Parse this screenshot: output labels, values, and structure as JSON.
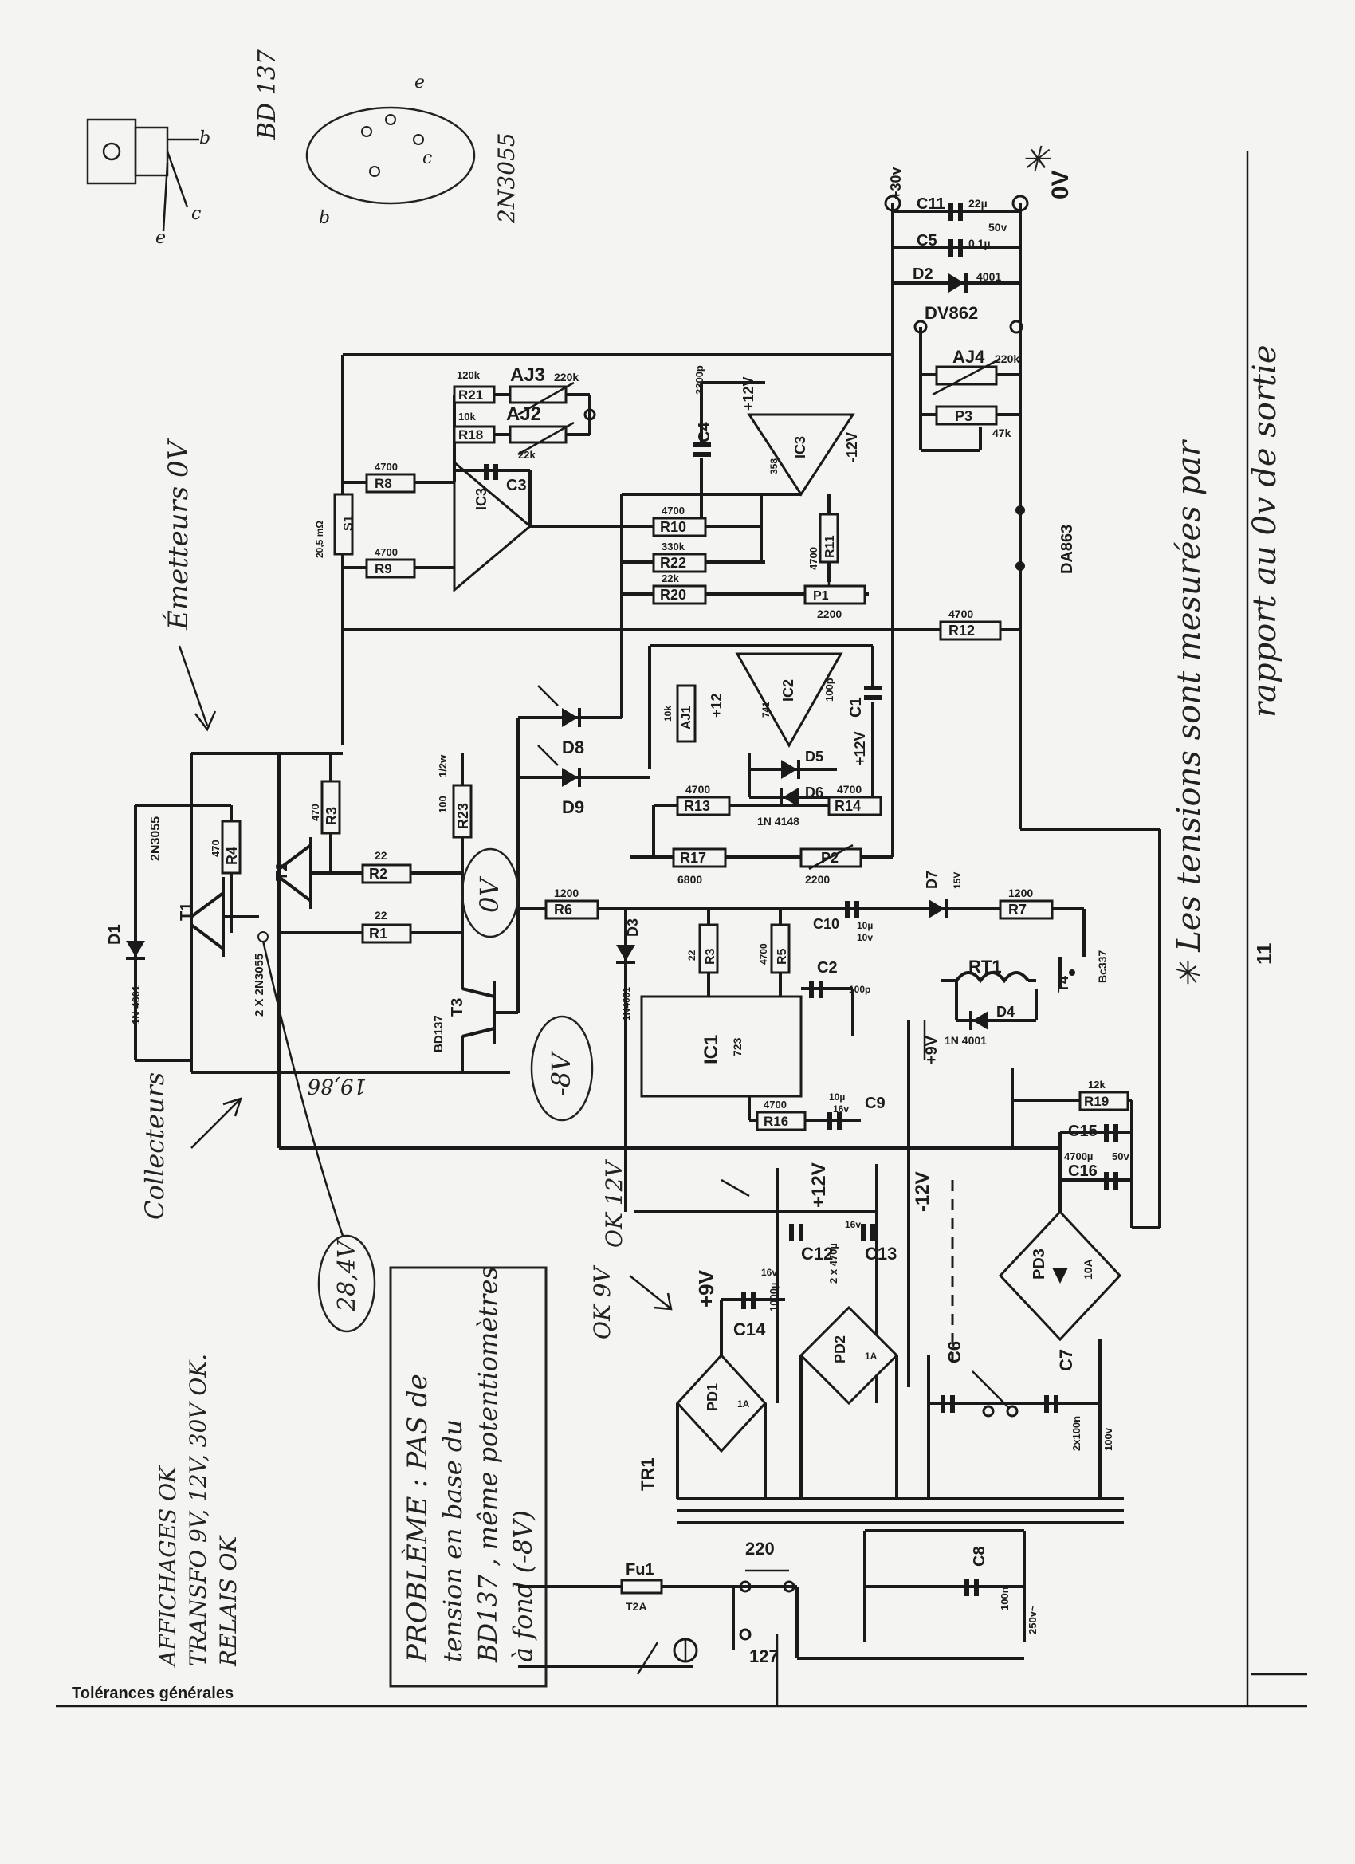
{
  "notes": {
    "top_left": [
      "AFFICHAGES OK",
      "TRANSFO 9V, 12V, 30V OK.",
      "RELAIS OK"
    ],
    "probleme": [
      "PROBLÈME : PAS de",
      "tension en base du",
      "BD137 , même potentiomètres",
      "à fond (-8V)"
    ],
    "right_note": [
      "✳ Les tensions sont mesurées par",
      "rapport au 0v de sortie"
    ],
    "tolerances": "Tolérances générales",
    "emetteurs": "Émetteurs 0V",
    "collecteurs": "Collecteurs",
    "ok9v": "OK 9V",
    "ok12v": "OK 12V",
    "meas_28": "28,4V",
    "meas_0v": "0V",
    "meas_m8": "-8V",
    "meas_19": "19,86",
    "asterisk": "✳",
    "page_num": "11"
  },
  "pinouts": {
    "bd137": "BD 137",
    "n3055": "2N3055",
    "pins_bd": [
      "e",
      "c",
      "b"
    ],
    "pins_3055": [
      "e",
      "c",
      "b"
    ]
  },
  "terminals": {
    "plus30": "+30v",
    "zero": "0V"
  },
  "components": {
    "C11": "C11",
    "C11v": "22µ",
    "C11r": "50v",
    "C5": "C5",
    "C5v": "0,1µ",
    "D2": "D2",
    "D2v": "4001",
    "DV862": "DV862",
    "AJ4": "AJ4",
    "AJ4v": "220k",
    "P3": "P3",
    "P3v": "47k",
    "DA863": "DA863",
    "R12": "R12",
    "R12v": "4700",
    "R21": "R21",
    "R21v": "120k",
    "AJ3": "AJ3",
    "AJ3v": "220k",
    "R18": "R18",
    "R18v": "10k",
    "AJ2": "AJ2",
    "AJ2v": "22k",
    "R8": "R8",
    "R8v": "4700",
    "R9": "R9",
    "R9v": "4700",
    "S1": "S1",
    "S1v": "20,5 mΩ",
    "C3": "C3",
    "IC3a": "IC3",
    "IC3b": "IC3",
    "IC3bv": "358",
    "C4": "C4",
    "C4v": "3300p",
    "R10": "R10",
    "R10v": "4700",
    "R22": "R22",
    "R22v": "330k",
    "R20": "R20",
    "R20v": "22k",
    "R11": "R11",
    "R11v": "4700",
    "P1": "P1",
    "P1v": "2200",
    "AJ1": "AJ1",
    "AJ1v": "10k",
    "IC2": "IC2",
    "IC2v": "741",
    "C1": "C1",
    "C1v": "100p",
    "D8": "D8",
    "D9": "D9",
    "D5": "D5",
    "D6": "D6",
    "D56v": "1N 4148",
    "R13": "R13",
    "R13v": "4700",
    "R14": "R14",
    "R14v": "4700",
    "R17": "R17",
    "R17v": "6800",
    "P2": "P2",
    "P2v": "2200",
    "D7": "D7",
    "D7v": "15V",
    "R7": "R7",
    "R7v": "1200",
    "T4": "T4",
    "T4v": "Bc337",
    "RT1": "RT1",
    "D4": "D4",
    "D4v": "1N 4001",
    "R6": "R6",
    "R6v": "1200",
    "C10": "C10",
    "C10v": "10µ",
    "C10r": "10v",
    "D3": "D3",
    "D3v": "1N4001",
    "R3b": "R3",
    "R3bv": "22",
    "R5": "R5",
    "R5v": "4700",
    "C2": "C2",
    "C2v": "100p",
    "IC1": "IC1",
    "IC1v": "723",
    "R16": "R16",
    "R16v": "4700",
    "C9": "C9",
    "C9v": "10µ",
    "C9r": "16v",
    "R19": "R19",
    "R19v": "12k",
    "C15": "C15",
    "C16": "C16",
    "C1516v": "4700µ",
    "C1516r": "50v",
    "PD3": "PD3",
    "PD3v": "10A",
    "C12": "C12",
    "C13": "C13",
    "C1213v": "2 x 470µ",
    "C1213r": "16v",
    "C14": "C14",
    "C14v": "1000µ",
    "C14r": "16v",
    "PD1": "PD1",
    "PD1v": "1A",
    "PD2": "PD2",
    "PD2v": "1A",
    "C6": "C6",
    "C7": "C7",
    "C67v": "2x100n",
    "C67r": "100v",
    "TR1": "TR1",
    "Fu1": "Fu1",
    "Fu1v": "T2A",
    "C8": "C8",
    "C8v": "100n",
    "C8r": "250v~",
    "v220": "220",
    "v127": "127",
    "T1": "T1",
    "T2": "T2",
    "T3": "T3",
    "T12v": "2 X 2N3055",
    "T1side": "2N3055",
    "T3v": "BD137",
    "D1": "D1",
    "D1v": "1N 4001",
    "R4": "R4",
    "R4v": "470",
    "R3": "R3",
    "R3v": "470",
    "R2": "R2",
    "R2v": "22",
    "R1": "R1",
    "R1v": "22",
    "R23": "R23",
    "R23v": "100",
    "R23r": "1/2w",
    "plus12a": "+12",
    "plus12b": "+12V",
    "minus12": "-12V",
    "plus12c": "+12V",
    "minus12b": "-12V",
    "plus9": "+9V",
    "plus9b": "+9V"
  }
}
